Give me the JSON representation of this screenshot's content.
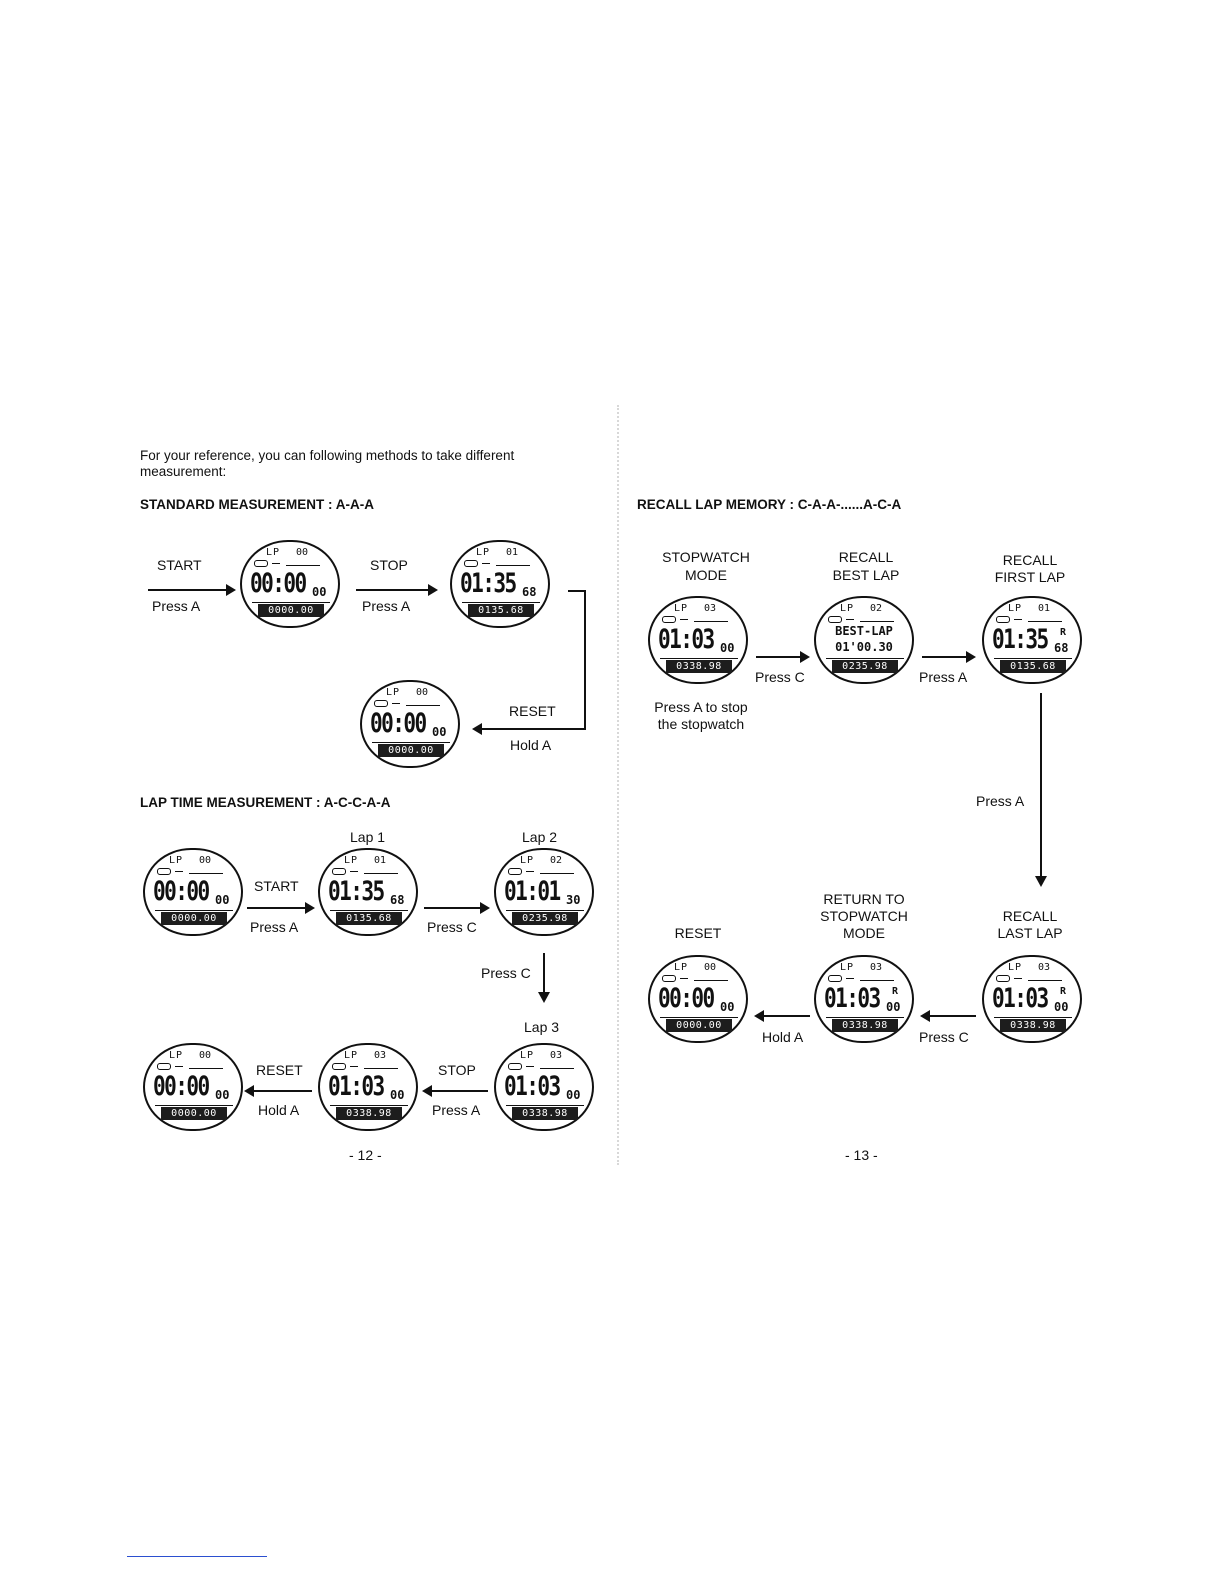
{
  "intro": "For your reference, you can following methods to take different measurement:",
  "sections": {
    "standard": "STANDARD MEASUREMENT : A-A-A",
    "lap": "LAP TIME MEASUREMENT : A-C-C-A-A",
    "recall": "RECALL LAP MEMORY : C-A-A-......A-C-A"
  },
  "labels": {
    "start": "START",
    "stop": "STOP",
    "reset": "RESET",
    "press_a": "Press A",
    "press_c": "Press C",
    "hold_a": "Hold A",
    "lap1": "Lap 1",
    "lap2": "Lap 2",
    "lap3": "Lap 3",
    "stopwatch_mode_1": "STOPWATCH",
    "stopwatch_mode_2": "MODE",
    "recall_best_1": "RECALL",
    "recall_best_2": "BEST LAP",
    "recall_first_1": "RECALL",
    "recall_first_2": "FIRST LAP",
    "press_a_stop_1": "Press A to stop",
    "press_a_stop_2": "the stopwatch",
    "return_1": "RETURN TO",
    "return_2": "STOPWATCH",
    "return_3": "MODE",
    "recall_last_1": "RECALL",
    "recall_last_2": "LAST LAP"
  },
  "displays": {
    "s1": {
      "lp": "LP",
      "lap": "00",
      "main": "00:00",
      "sub": "00",
      "bottom": "0000.00"
    },
    "s2": {
      "lp": "LP",
      "lap": "01",
      "main": "01:35",
      "sub": "68",
      "bottom": "0135.68"
    },
    "s3": {
      "lp": "LP",
      "lap": "00",
      "main": "00:00",
      "sub": "00",
      "bottom": "0000.00"
    },
    "l1": {
      "lp": "LP",
      "lap": "00",
      "main": "00:00",
      "sub": "00",
      "bottom": "0000.00"
    },
    "l2": {
      "lp": "LP",
      "lap": "01",
      "main": "01:35",
      "sub": "68",
      "bottom": "0135.68"
    },
    "l3": {
      "lp": "LP",
      "lap": "02",
      "main": "01:01",
      "sub": "30",
      "bottom": "0235.98"
    },
    "l4": {
      "lp": "LP",
      "lap": "03",
      "main": "01:03",
      "sub": "00",
      "bottom": "0338.98"
    },
    "l5": {
      "lp": "LP",
      "lap": "03",
      "main": "01:03",
      "sub": "00",
      "bottom": "0338.98"
    },
    "l6": {
      "lp": "LP",
      "lap": "00",
      "main": "00:00",
      "sub": "00",
      "bottom": "0000.00"
    },
    "r1": {
      "lp": "LP",
      "lap": "03",
      "main": "01:03",
      "sub": "00",
      "bottom": "0338.98"
    },
    "r2": {
      "lp": "LP",
      "lap": "02",
      "line1": "BEST-LAP",
      "line2": "01'00.30",
      "bottom": "0235.98"
    },
    "r3": {
      "lp": "LP",
      "lap": "01",
      "main": "01:35",
      "sub": "68",
      "r": "R",
      "bottom": "0135.68"
    },
    "r4": {
      "lp": "LP",
      "lap": "03",
      "main": "01:03",
      "sub": "00",
      "r": "R",
      "bottom": "0338.98"
    },
    "r5": {
      "lp": "LP",
      "lap": "03",
      "main": "01:03",
      "sub": "00",
      "r": "R",
      "bottom": "0338.98"
    },
    "r6": {
      "lp": "LP",
      "lap": "00",
      "main": "00:00",
      "sub": "00",
      "bottom": "0000.00"
    }
  },
  "pages": {
    "left": "- 12 -",
    "right": "- 13 -"
  }
}
